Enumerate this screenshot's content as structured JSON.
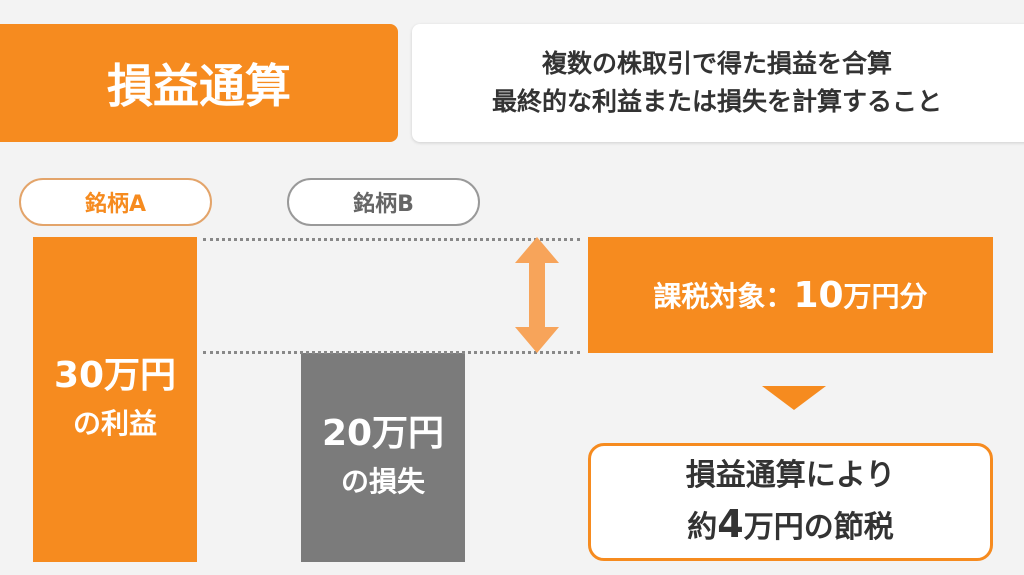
{
  "title": "損益通算",
  "description": {
    "line1": "複数の株取引で得た損益を合算",
    "line2": "最終的な利益または損失を計算すること"
  },
  "stock_a": {
    "label": "銘柄A",
    "amount": "30万円",
    "kind": "の利益"
  },
  "stock_b": {
    "label": "銘柄B",
    "amount": "20万円",
    "kind": "の損失"
  },
  "taxable": {
    "prefix": "課税対象：",
    "number": "10",
    "suffix": "万円分"
  },
  "result": {
    "line1": "損益通算により",
    "line2_pre": "約",
    "line2_num": "4",
    "line2_post": "万円の節税"
  },
  "colors": {
    "accent": "#F68B1F",
    "loss": "#7b7b7b",
    "arrow": "#F7A45A"
  }
}
